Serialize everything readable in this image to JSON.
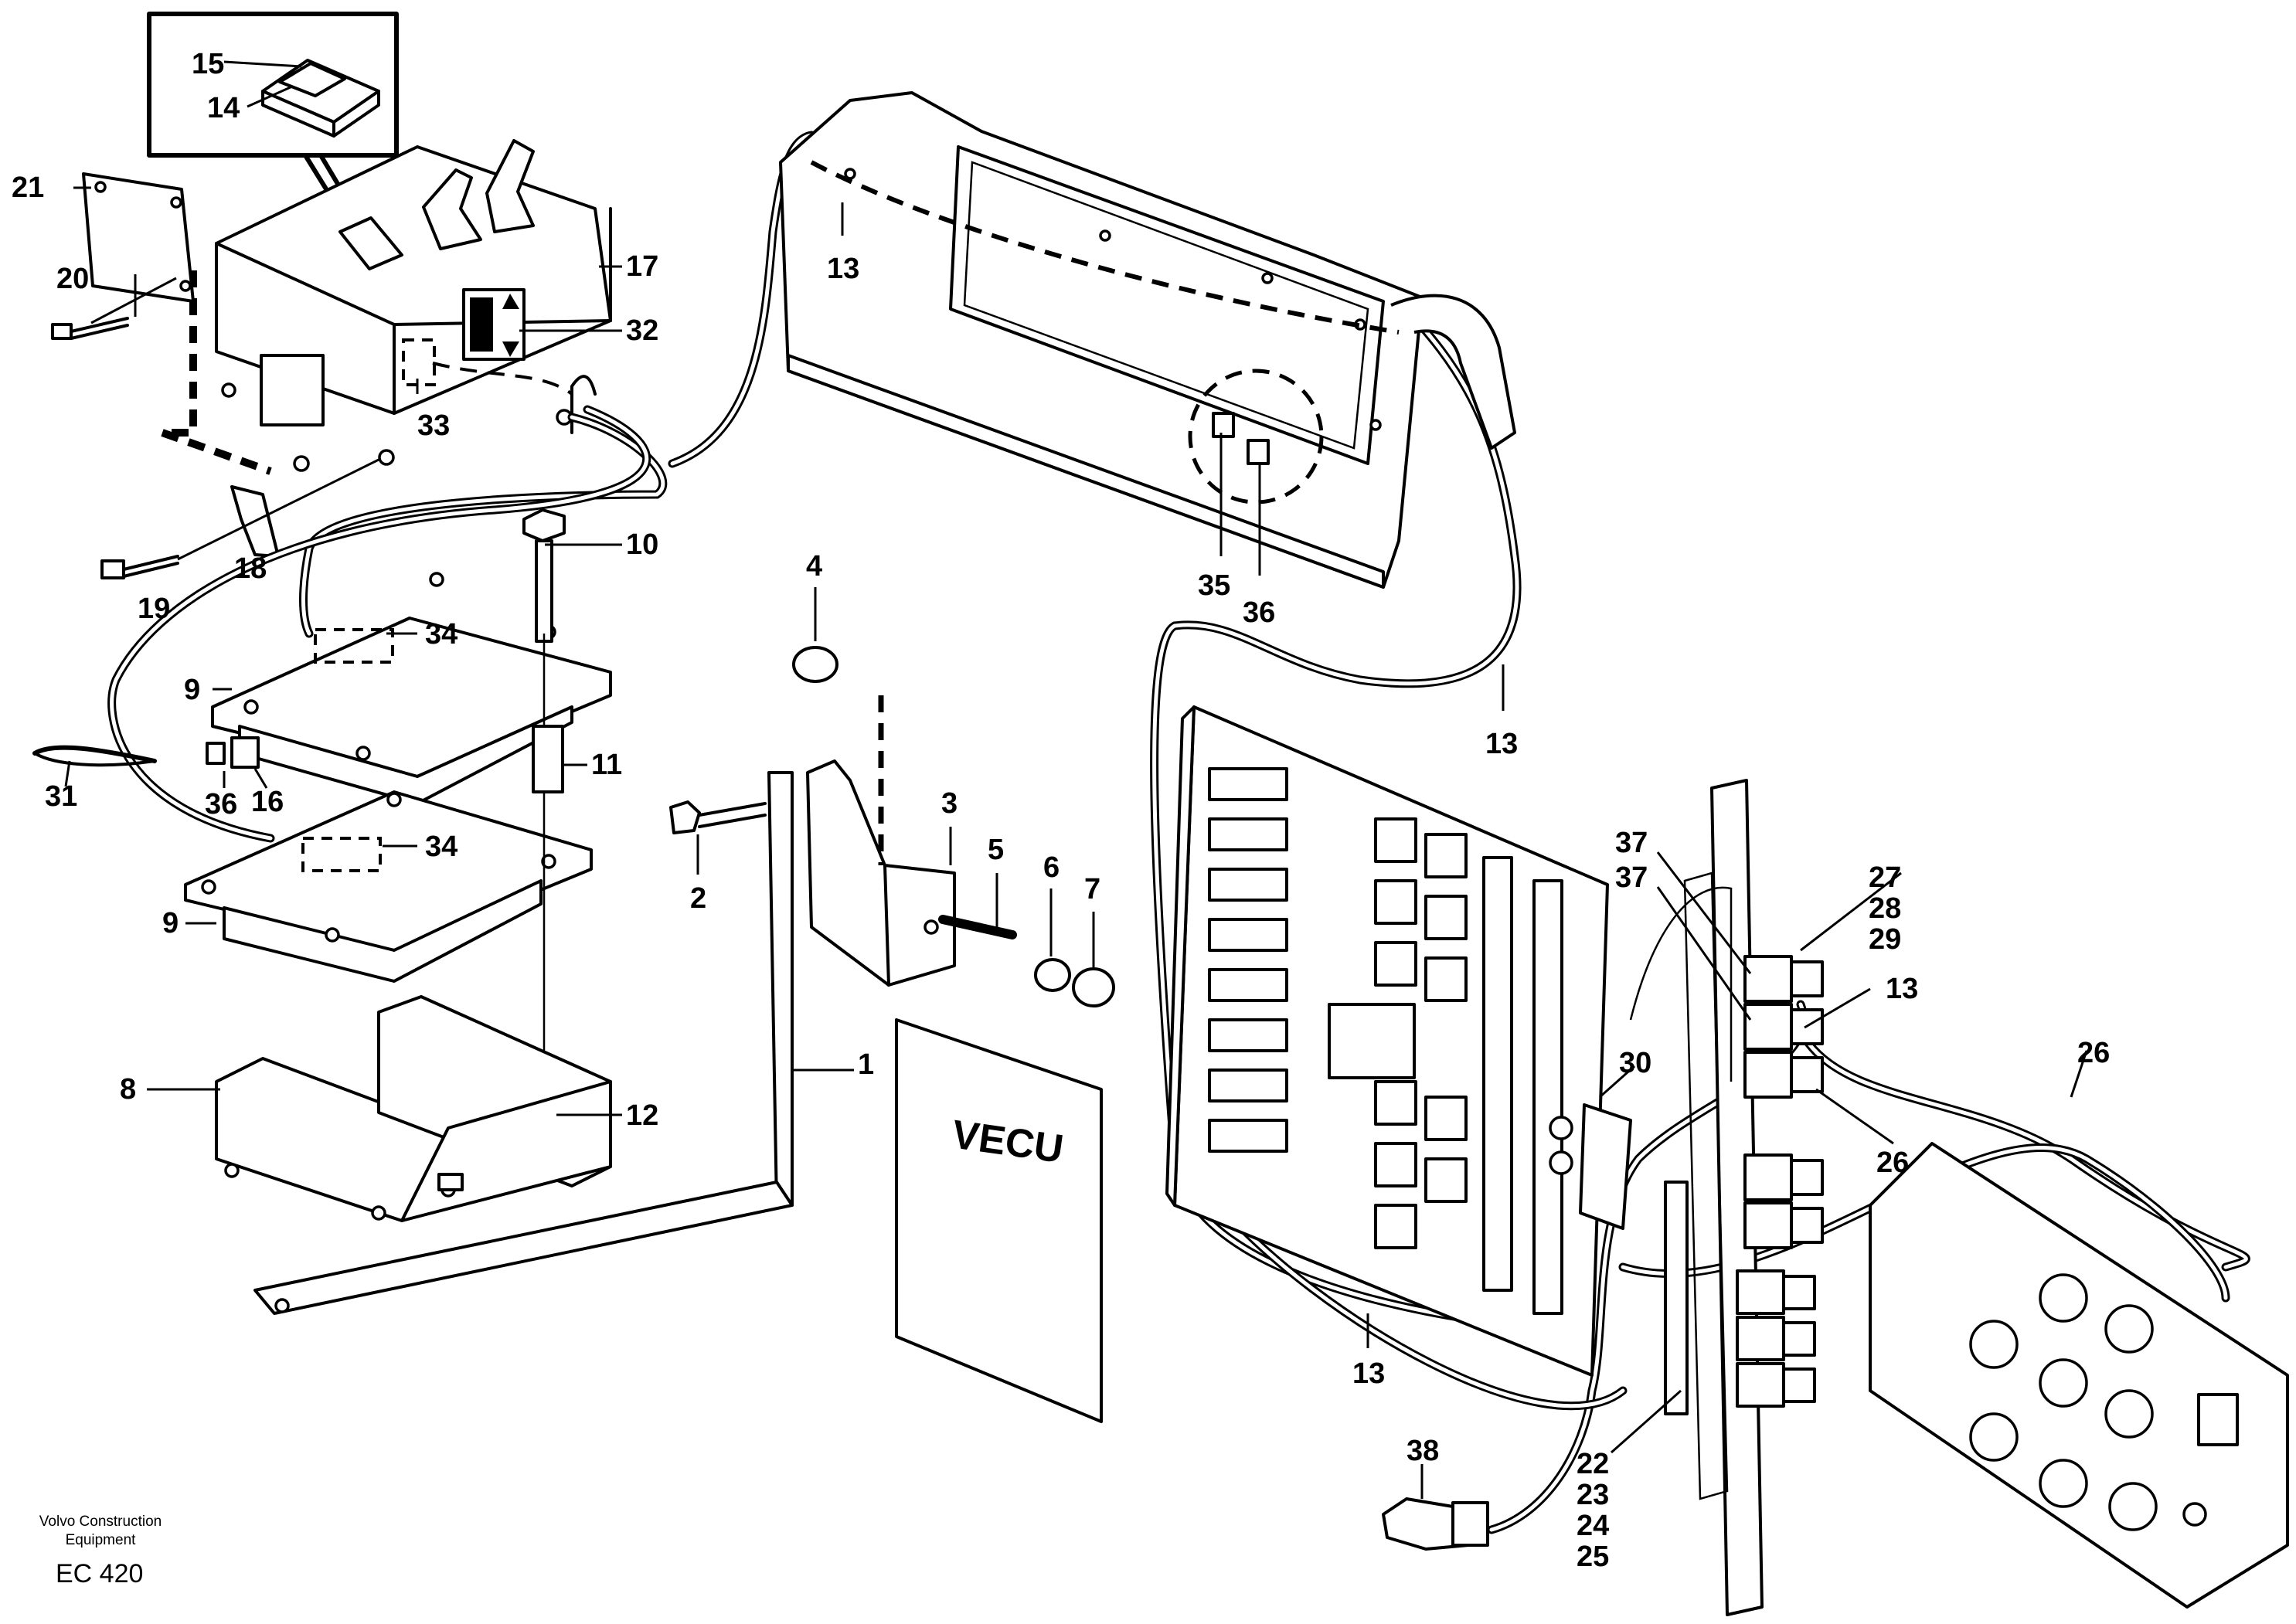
{
  "parts": {
    "p1": "1",
    "p2": "2",
    "p3": "3",
    "p4": "4",
    "p5": "5",
    "p6": "6",
    "p7": "7",
    "p8": "8",
    "p9": "9",
    "p10": "10",
    "p11": "11",
    "p12": "12",
    "p13": "13",
    "p14": "14",
    "p15": "15",
    "p16": "16",
    "p17": "17",
    "p18": "18",
    "p19": "19",
    "p20": "20",
    "p21": "21",
    "p22": "22",
    "p23": "23",
    "p24": "24",
    "p25": "25",
    "p26": "26",
    "p27": "27",
    "p28": "28",
    "p29": "29",
    "p30": "30",
    "p31": "31",
    "p32": "32",
    "p33": "33",
    "p34": "34",
    "p35": "35",
    "p36": "36",
    "p37": "37",
    "p38": "38"
  },
  "vecu_label": "VECU",
  "footer": {
    "company_line1": "Volvo Construction",
    "company_line2": "Equipment",
    "code": "EC 420"
  }
}
